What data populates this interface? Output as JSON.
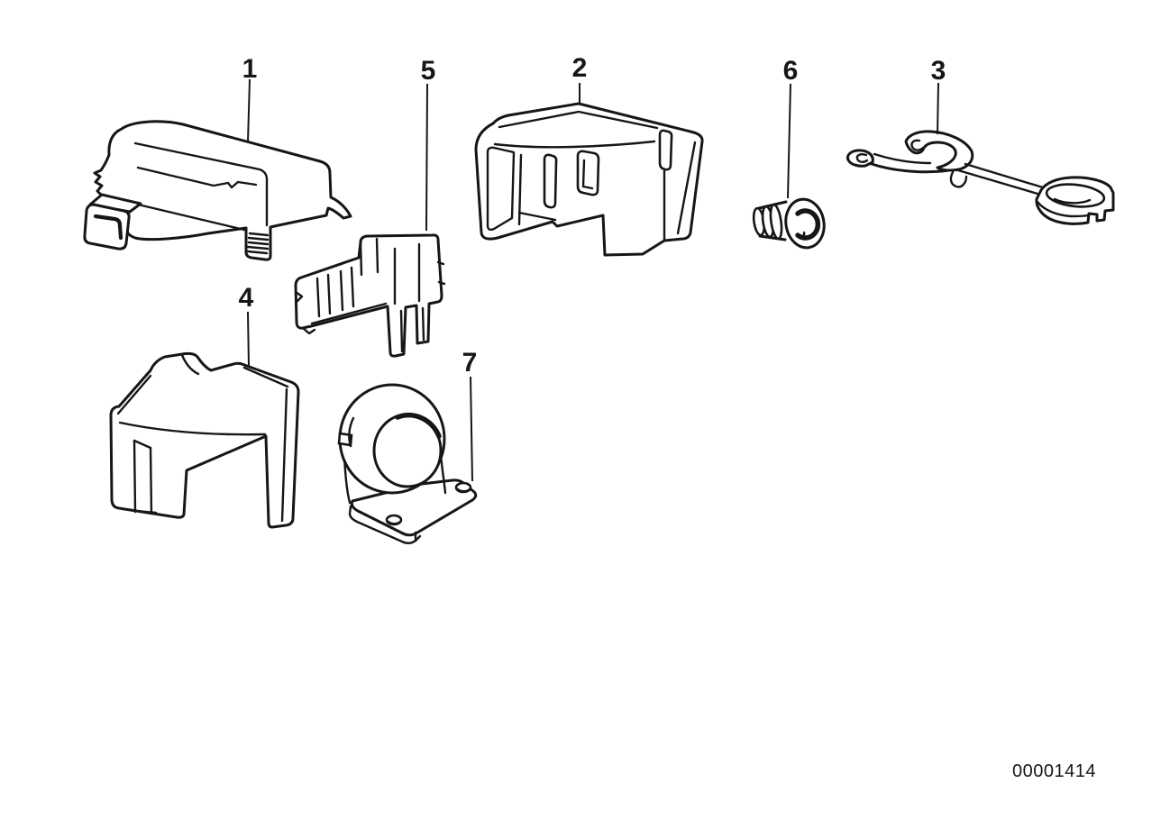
{
  "diagram": {
    "id_code": "00001414",
    "background_color": "#ffffff",
    "line_color": "#161616",
    "callouts": [
      {
        "label": "1"
      },
      {
        "label": "2"
      },
      {
        "label": "3"
      },
      {
        "label": "4"
      },
      {
        "label": "5"
      },
      {
        "label": "6"
      },
      {
        "label": "7"
      }
    ]
  }
}
